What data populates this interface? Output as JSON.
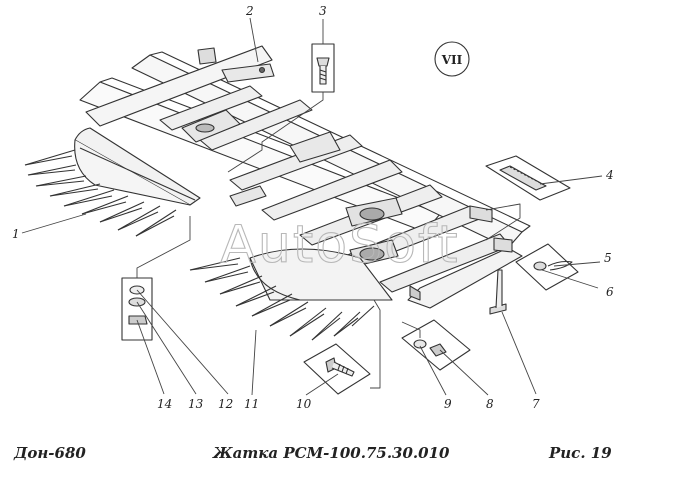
{
  "view_mark": "VII",
  "watermark": "AutoSoft",
  "callouts": [
    "1",
    "2",
    "3",
    "4",
    "5",
    "6",
    "7",
    "8",
    "9",
    "10",
    "11",
    "12",
    "13",
    "14"
  ],
  "footer": {
    "left": "Дон-680",
    "center": "Жатка  РСМ-100.75.30.010",
    "right": "Рис.  19"
  }
}
